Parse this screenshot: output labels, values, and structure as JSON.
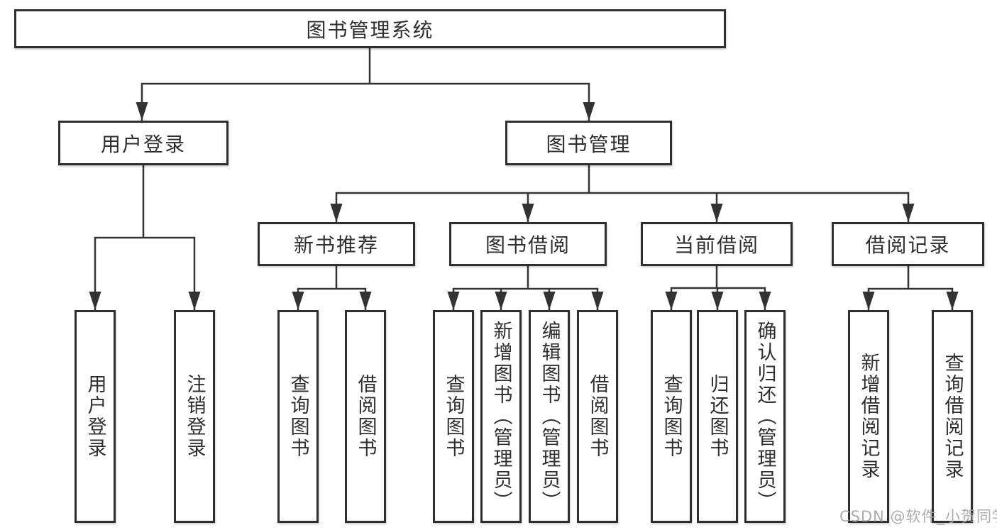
{
  "nodes": {
    "root": "图书管理系统",
    "level2": [
      "用户登录",
      "图书管理"
    ],
    "level3": [
      "新书推荐",
      "图书借阅",
      "当前借阅",
      "借阅记录"
    ],
    "login_children": [
      "用户登录",
      "注销登录"
    ],
    "newbook_children": [
      "查询图书",
      "借阅图书"
    ],
    "borrow_children": [
      "查询图书",
      "新增图书（管理员）",
      "编辑图书（管理员）",
      "借阅图书"
    ],
    "current_children": [
      "查询图书",
      "归还图书",
      "确认归还（管理员）"
    ],
    "record_children": [
      "新增借阅记录",
      "查询借阅记录"
    ]
  },
  "watermark": "CSDN @软件_小贺同学",
  "colors": {
    "line": "#333333",
    "box_border": "#2f2f2f",
    "text": "#2e2e2e",
    "background": "#ffffff",
    "watermark": "#a8a8a8"
  }
}
